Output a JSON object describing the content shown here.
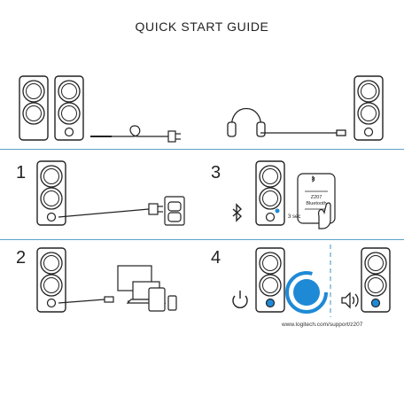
{
  "guide": {
    "title": "QUICK START GUIDE",
    "steps": [
      "1",
      "2",
      "3",
      "4"
    ],
    "three_sec_label": "3 sec",
    "phone_model": "Z207",
    "phone_bluetooth": "Bluetooth",
    "support_url": "www.logitech.com/support/z207"
  },
  "colors": {
    "divider": "#5aa3c9",
    "accent_blue": "#1e8ad6",
    "line": "#222222"
  },
  "icons": [
    "bluetooth-icon",
    "power-icon",
    "volume-icon",
    "hand-pointer-icon"
  ]
}
